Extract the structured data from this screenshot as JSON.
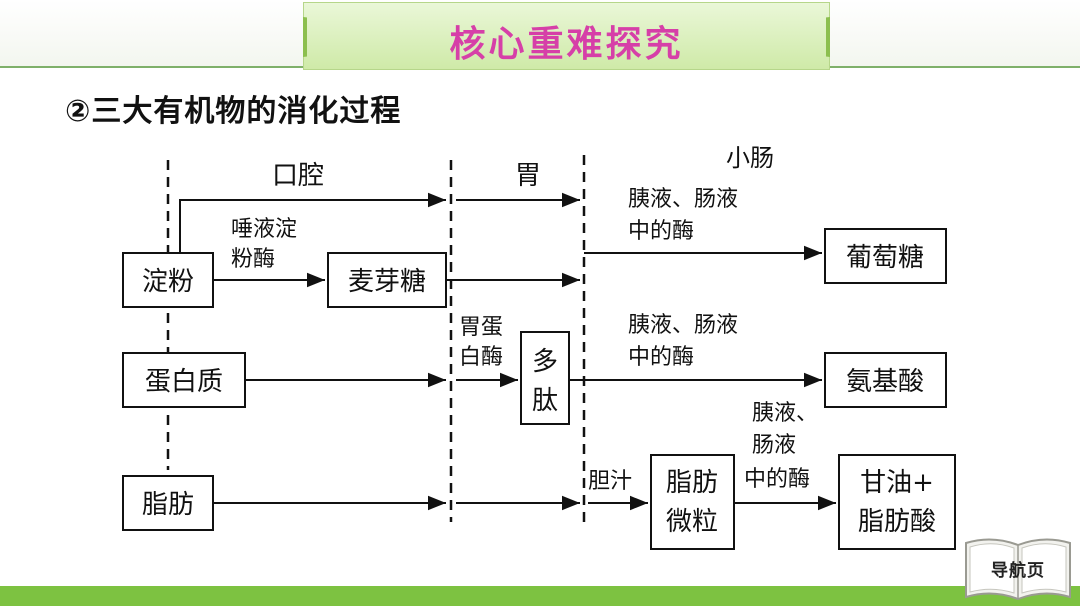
{
  "header": {
    "title": "核心重难探究"
  },
  "subtitle": "②三大有机物的消化过程",
  "regions": {
    "mouth": "口腔",
    "stomach": "胃",
    "small_intestine": "小肠"
  },
  "nodes": {
    "starch": "淀粉",
    "maltose": "麦芽糖",
    "glucose": "葡萄糖",
    "protein": "蛋白质",
    "polypeptide_line1": "多",
    "polypeptide_line2": "肽",
    "amino_acid": "氨基酸",
    "fat": "脂肪",
    "fat_droplet_line1": "脂肪",
    "fat_droplet_line2": "微粒",
    "glycerol_line1": "甘油+",
    "glycerol_line2": "脂肪酸"
  },
  "labels": {
    "salivary_amylase_line1": "唾液淀",
    "salivary_amylase_line2": "粉酶",
    "pepsin_line1": "胃蛋",
    "pepsin_line2": "白酶",
    "bile": "胆汁",
    "si_enzyme_starch_line1": "胰液、肠液",
    "si_enzyme_starch_line2": "中的酶",
    "si_enzyme_protein_line1": "胰液、肠液",
    "si_enzyme_protein_line2": "中的酶",
    "si_enzyme_fat_line1": "胰液、",
    "si_enzyme_fat_line2": "肠液",
    "si_enzyme_fat_line3": "中的酶"
  },
  "nav": {
    "label": "导航页"
  },
  "colors": {
    "title": "#d63fa8",
    "accent": "#7dc241"
  }
}
